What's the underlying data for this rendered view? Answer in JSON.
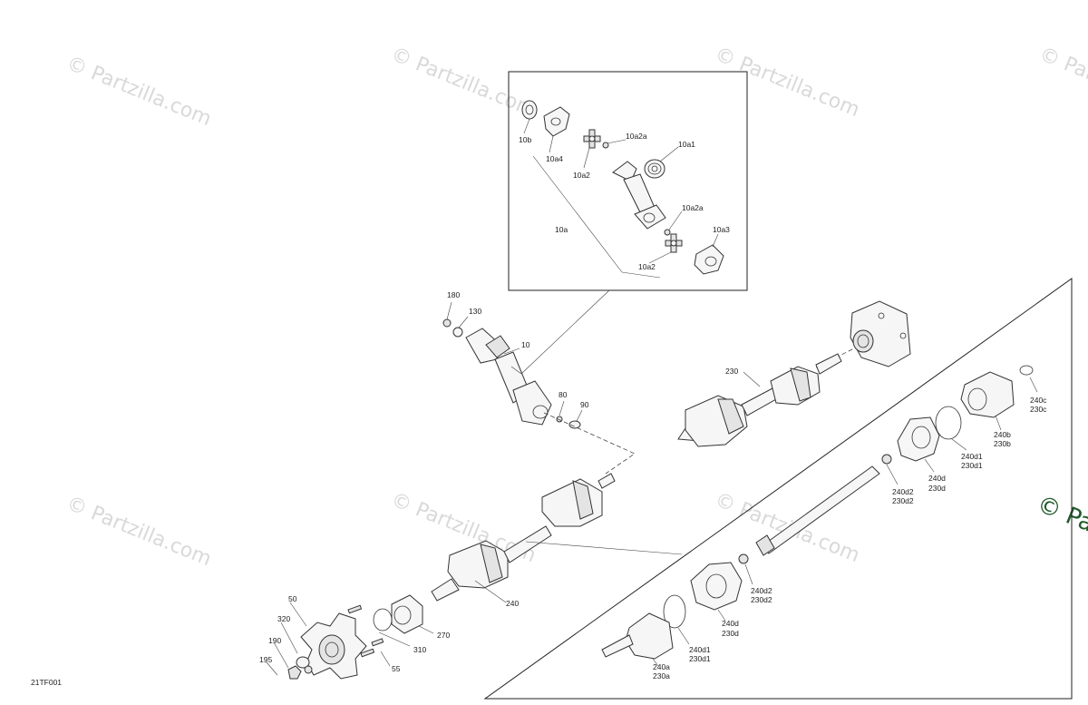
{
  "diagram": {
    "code": "21TF001",
    "watermark_text": "© Partzilla.com",
    "watermark_edge_text": "© Par",
    "inset_labels": [
      "10b",
      "10a4",
      "10a2",
      "10a2a",
      "10a1",
      "10a",
      "10a2a",
      "10a3",
      "10a2"
    ],
    "main_labels": {
      "p180": "180",
      "p130": "130",
      "p10": "10",
      "p80": "80",
      "p90": "90",
      "p230": "230",
      "p240": "240",
      "p50": "50",
      "p320": "320",
      "p190": "190",
      "p195": "195",
      "p55": "55",
      "p310": "310",
      "p270": "270"
    },
    "detail_labels": [
      {
        "a": "240c",
        "b": "230c"
      },
      {
        "a": "240b",
        "b": "230b"
      },
      {
        "a": "240d1",
        "b": "230d1"
      },
      {
        "a": "240d",
        "b": "230d"
      },
      {
        "a": "240d2",
        "b": "230d2"
      },
      {
        "a": "240d2",
        "b": "230d2"
      },
      {
        "a": "240d",
        "b": "230d"
      },
      {
        "a": "240d1",
        "b": "230d1"
      },
      {
        "a": "240a",
        "b": "230a"
      }
    ]
  }
}
